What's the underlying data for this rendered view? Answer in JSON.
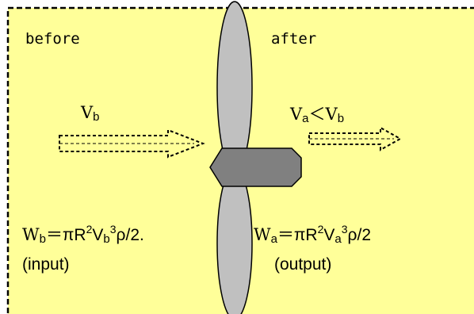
{
  "labels": {
    "before": "before",
    "after": "after",
    "input": "(input)",
    "output": "(output)"
  },
  "velocity_before": {
    "base": "V",
    "sub": "b"
  },
  "velocity_after": {
    "lhs_base": "V",
    "lhs_sub": "a",
    "op": "＜",
    "rhs_base": "V",
    "rhs_sub": "b"
  },
  "formula_before": {
    "w": "W",
    "w_sub": "b",
    "eq": "＝πR",
    "r_exp": "2",
    "v": "V",
    "v_sub": "b",
    "v_exp": "3",
    "tail": "ρ/2."
  },
  "formula_after": {
    "w": "W",
    "w_sub": "a",
    "eq": "＝πR",
    "r_exp": "2",
    "v": "V",
    "v_sub": "a",
    "v_exp": "3",
    "tail": "ρ/2"
  },
  "colors": {
    "background": "#ffff99",
    "blade": "#c0c0c0",
    "hub": "#808080",
    "outline": "#000000"
  }
}
